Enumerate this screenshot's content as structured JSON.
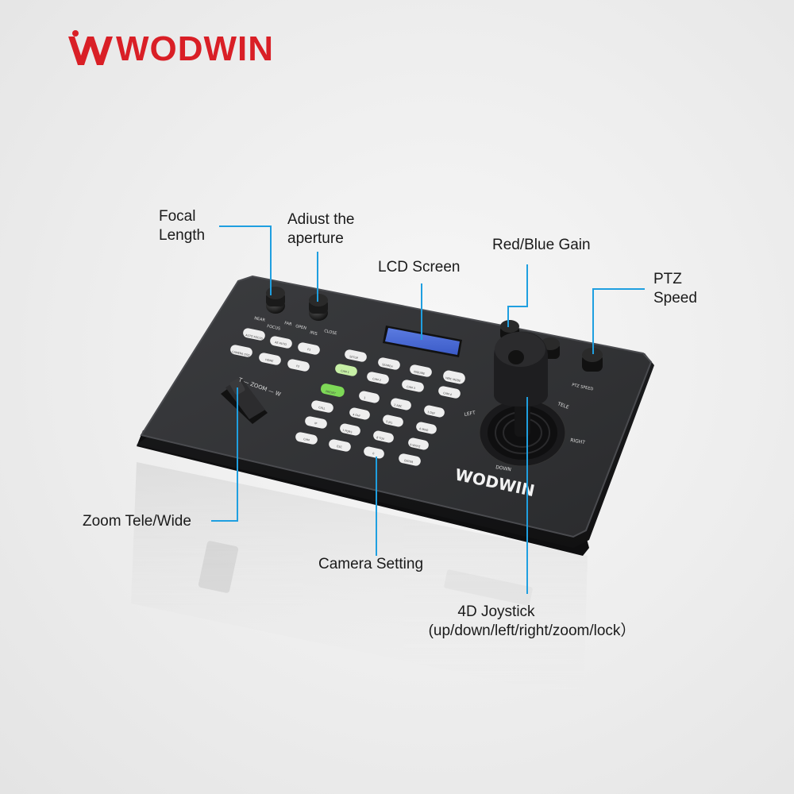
{
  "brand": {
    "logo_text": "WODWIN",
    "device_logo_text": "WODWIN",
    "accent": "#d91f26"
  },
  "callouts": {
    "focal_length": [
      "Focal",
      "Length"
    ],
    "adjust_aperture": [
      "Adiust the",
      "aperture"
    ],
    "lcd_screen": "LCD Screen",
    "red_blue_gain": "Red/Blue Gain",
    "ptz_speed": [
      "PTZ",
      "Speed"
    ],
    "zoom_tele_wide": "Zoom Tele/Wide",
    "camera_setting": "Camera Setting",
    "joystick": [
      "4D Joystick",
      "(up/down/left/right/zoom/lock）"
    ]
  },
  "panel_labels": {
    "near": "NEAR",
    "focus": "FOCUS",
    "far": "FAR",
    "open": "OPEN",
    "iris": "IRIS",
    "close": "CLOSE",
    "ptz_speed": "PTZ SPEED",
    "tele": "TELE",
    "left": "LEFT",
    "right": "RIGHT",
    "down": "DOWN",
    "zoom_rocker": "T — ZOOM — W"
  },
  "keys": {
    "auto_focus": "AUTO FOCUS",
    "ae_auto": "AE AUTO",
    "f1": "F1",
    "camera_osd": "CAMERA OSD",
    "home": "HOME",
    "f2": "F2",
    "setup": "SETUP",
    "search": "SEARCH",
    "inquire": "INQUIRE",
    "wbc_mode": "WBC MODE",
    "cam1": "CAM 1",
    "cam2": "CAM 2",
    "cam3": "CAM 3",
    "cam4": "CAM 4",
    "preset": "PRESET",
    "call": "CALL",
    "ip": "IP",
    "cam": "CAM",
    "esc": "ESC",
    "enter": "ENTER",
    "num1": "1",
    "num2": "2 ABC",
    "num3": "3 DEF",
    "num4": "4 GHI",
    "num5": "5 JKL",
    "num6": "6 MNO",
    "num7": "7 PQRS",
    "num8": "8 TUV",
    "num9": "9 WXYZ",
    "num0": "0"
  }
}
